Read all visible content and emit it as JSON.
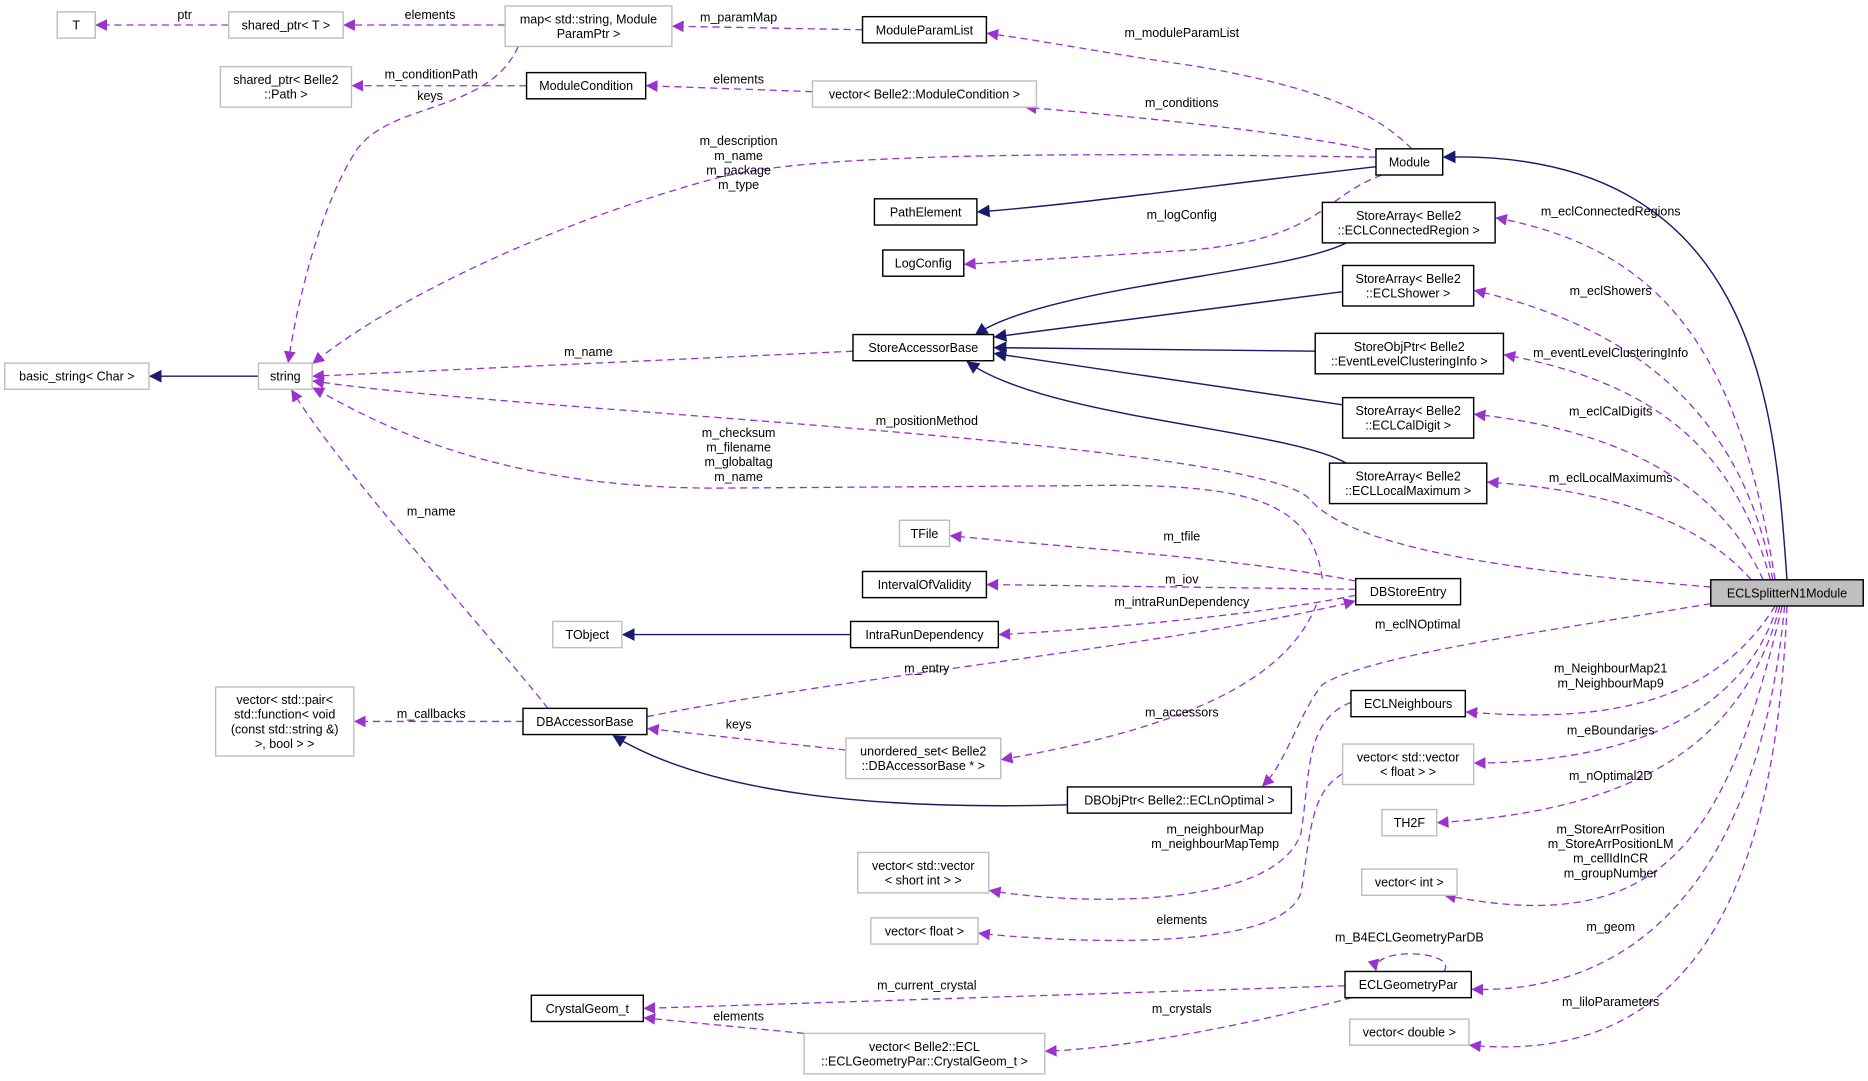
{
  "title": "ECLSplitterN1Module collaboration diagram",
  "colors": {
    "usage_edge": "#9a32cd",
    "inheritance_edge": "#191970",
    "focus_node_fill": "#bfbfbf",
    "external_node_border": "#bfbfbf"
  },
  "nodes": [
    {
      "id": "T",
      "lines": [
        "T"
      ],
      "style": "gray"
    },
    {
      "id": "shared_ptr_T",
      "lines": [
        "shared_ptr< T >"
      ],
      "style": "gray"
    },
    {
      "id": "map",
      "lines": [
        "map< std::string, Module",
        "ParamPtr >"
      ],
      "style": "gray"
    },
    {
      "id": "ModuleParamList",
      "lines": [
        "ModuleParamList"
      ],
      "style": "black"
    },
    {
      "id": "shared_ptr_Path",
      "lines": [
        "shared_ptr< Belle2",
        "::Path >"
      ],
      "style": "gray"
    },
    {
      "id": "ModuleCondition",
      "lines": [
        "ModuleCondition"
      ],
      "style": "black"
    },
    {
      "id": "vec_ModuleCondition",
      "lines": [
        "vector< Belle2::ModuleCondition >"
      ],
      "style": "gray"
    },
    {
      "id": "Module",
      "lines": [
        "Module"
      ],
      "style": "black"
    },
    {
      "id": "PathElement",
      "lines": [
        "PathElement"
      ],
      "style": "black"
    },
    {
      "id": "SA_ConnectedRegion",
      "lines": [
        "StoreArray< Belle2",
        "::ECLConnectedRegion >"
      ],
      "style": "black"
    },
    {
      "id": "LogConfig",
      "lines": [
        "LogConfig"
      ],
      "style": "black"
    },
    {
      "id": "SA_Shower",
      "lines": [
        "StoreArray< Belle2",
        "::ECLShower >"
      ],
      "style": "black"
    },
    {
      "id": "StoreAccessorBase",
      "lines": [
        "StoreAccessorBase"
      ],
      "style": "black"
    },
    {
      "id": "SO_EventLevel",
      "lines": [
        "StoreObjPtr< Belle2",
        "::EventLevelClusteringInfo >"
      ],
      "style": "black"
    },
    {
      "id": "string",
      "lines": [
        "string"
      ],
      "style": "gray"
    },
    {
      "id": "basic_string",
      "lines": [
        "basic_string< Char >"
      ],
      "style": "gray"
    },
    {
      "id": "SA_CalDigit",
      "lines": [
        "StoreArray< Belle2",
        "::ECLCalDigit >"
      ],
      "style": "black"
    },
    {
      "id": "SA_LocalMax",
      "lines": [
        "StoreArray< Belle2",
        "::ECLLocalMaximum >"
      ],
      "style": "black"
    },
    {
      "id": "TFile",
      "lines": [
        "TFile"
      ],
      "style": "gray"
    },
    {
      "id": "IntervalOfValidity",
      "lines": [
        "IntervalOfValidity"
      ],
      "style": "black"
    },
    {
      "id": "DBStoreEntry",
      "lines": [
        "DBStoreEntry"
      ],
      "style": "black"
    },
    {
      "id": "ECLSplitterN1Module",
      "lines": [
        "ECLSplitterN1Module"
      ],
      "style": "main"
    },
    {
      "id": "TObject",
      "lines": [
        "TObject"
      ],
      "style": "gray"
    },
    {
      "id": "IntraRunDependency",
      "lines": [
        "IntraRunDependency"
      ],
      "style": "black"
    },
    {
      "id": "ECLNeighbours",
      "lines": [
        "ECLNeighbours"
      ],
      "style": "black"
    },
    {
      "id": "vec_callbacks",
      "lines": [
        "vector< std::pair<",
        "std::function< void",
        "(const std::string &)",
        ">, bool > >"
      ],
      "style": "gray"
    },
    {
      "id": "DBAccessorBase",
      "lines": [
        "DBAccessorBase"
      ],
      "style": "black"
    },
    {
      "id": "unordered_set",
      "lines": [
        "unordered_set< Belle2",
        "::DBAccessorBase * >"
      ],
      "style": "gray"
    },
    {
      "id": "vec_vec_float",
      "lines": [
        "vector< std::vector",
        "< float > >"
      ],
      "style": "gray"
    },
    {
      "id": "DBObjPtr",
      "lines": [
        "DBObjPtr< Belle2::ECLnOptimal >"
      ],
      "style": "black"
    },
    {
      "id": "TH2F",
      "lines": [
        "TH2F"
      ],
      "style": "gray"
    },
    {
      "id": "vec_vec_short",
      "lines": [
        "vector< std::vector",
        "< short int > >"
      ],
      "style": "gray"
    },
    {
      "id": "vec_int",
      "lines": [
        "vector< int >"
      ],
      "style": "gray"
    },
    {
      "id": "vec_float",
      "lines": [
        "vector< float >"
      ],
      "style": "gray"
    },
    {
      "id": "ECLGeometryPar",
      "lines": [
        "ECLGeometryPar"
      ],
      "style": "black"
    },
    {
      "id": "CrystalGeom_t",
      "lines": [
        "CrystalGeom_t"
      ],
      "style": "black"
    },
    {
      "id": "vec_double",
      "lines": [
        "vector< double >"
      ],
      "style": "gray"
    },
    {
      "id": "vec_CrystalGeom",
      "lines": [
        "vector< Belle2::ECL",
        "::ECLGeometryPar::CrystalGeom_t >"
      ],
      "style": "gray"
    }
  ],
  "edges": [
    {
      "from": "shared_ptr_T",
      "to": "T",
      "kind": "usage",
      "labels": [
        "ptr"
      ]
    },
    {
      "from": "map",
      "to": "shared_ptr_T",
      "kind": "usage",
      "labels": [
        "elements"
      ]
    },
    {
      "from": "ModuleParamList",
      "to": "map",
      "kind": "usage",
      "labels": [
        "m_paramMap"
      ]
    },
    {
      "from": "Module",
      "to": "ModuleParamList",
      "kind": "usage",
      "labels": [
        "m_moduleParamList"
      ]
    },
    {
      "from": "ModuleCondition",
      "to": "shared_ptr_Path",
      "kind": "usage",
      "labels": [
        "m_conditionPath"
      ]
    },
    {
      "from": "vec_ModuleCondition",
      "to": "ModuleCondition",
      "kind": "usage",
      "labels": [
        "elements"
      ]
    },
    {
      "from": "Module",
      "to": "vec_ModuleCondition",
      "kind": "usage",
      "labels": [
        "m_conditions"
      ]
    },
    {
      "from": "Module",
      "to": "string",
      "kind": "usage",
      "labels": [
        "m_description",
        "m_name",
        "m_package",
        "m_type"
      ]
    },
    {
      "from": "map",
      "to": "string",
      "kind": "usage",
      "labels": [
        "keys"
      ]
    },
    {
      "from": "Module",
      "to": "PathElement",
      "kind": "inheritance",
      "labels": []
    },
    {
      "from": "Module",
      "to": "LogConfig",
      "kind": "usage",
      "labels": [
        "m_logConfig"
      ]
    },
    {
      "from": "ECLSplitterN1Module",
      "to": "Module",
      "kind": "inheritance",
      "labels": []
    },
    {
      "from": "SA_ConnectedRegion",
      "to": "StoreAccessorBase",
      "kind": "inheritance",
      "labels": []
    },
    {
      "from": "SA_Shower",
      "to": "StoreAccessorBase",
      "kind": "inheritance",
      "labels": []
    },
    {
      "from": "SO_EventLevel",
      "to": "StoreAccessorBase",
      "kind": "inheritance",
      "labels": []
    },
    {
      "from": "SA_CalDigit",
      "to": "StoreAccessorBase",
      "kind": "inheritance",
      "labels": []
    },
    {
      "from": "SA_LocalMax",
      "to": "StoreAccessorBase",
      "kind": "inheritance",
      "labels": []
    },
    {
      "from": "StoreAccessorBase",
      "to": "string",
      "kind": "usage",
      "labels": [
        "m_name"
      ]
    },
    {
      "from": "string",
      "to": "basic_string",
      "kind": "inheritance",
      "labels": []
    },
    {
      "from": "ECLSplitterN1Module",
      "to": "string",
      "kind": "usage",
      "labels": [
        "m_positionMethod"
      ]
    },
    {
      "from": "DBStoreEntry",
      "to": "string",
      "kind": "usage",
      "labels": [
        "m_checksum",
        "m_filename",
        "m_globaltag",
        "m_name"
      ]
    },
    {
      "from": "DBAccessorBase",
      "to": "string",
      "kind": "usage",
      "labels": [
        "m_name"
      ]
    },
    {
      "from": "ECLSplitterN1Module",
      "to": "SA_ConnectedRegion",
      "kind": "usage",
      "labels": [
        "m_eclConnectedRegions"
      ]
    },
    {
      "from": "ECLSplitterN1Module",
      "to": "SA_Shower",
      "kind": "usage",
      "labels": [
        "m_eclShowers"
      ]
    },
    {
      "from": "ECLSplitterN1Module",
      "to": "SO_EventLevel",
      "kind": "usage",
      "labels": [
        "m_eventLevelClusteringInfo"
      ]
    },
    {
      "from": "ECLSplitterN1Module",
      "to": "SA_CalDigit",
      "kind": "usage",
      "labels": [
        "m_eclCalDigits"
      ]
    },
    {
      "from": "ECLSplitterN1Module",
      "to": "SA_LocalMax",
      "kind": "usage",
      "labels": [
        "m_eclLocalMaximums"
      ]
    },
    {
      "from": "DBStoreEntry",
      "to": "TFile",
      "kind": "usage",
      "labels": [
        "m_tfile"
      ]
    },
    {
      "from": "DBStoreEntry",
      "to": "IntervalOfValidity",
      "kind": "usage",
      "labels": [
        "m_iov"
      ]
    },
    {
      "from": "DBStoreEntry",
      "to": "IntraRunDependency",
      "kind": "usage",
      "labels": [
        "m_intraRunDependency"
      ]
    },
    {
      "from": "IntraRunDependency",
      "to": "TObject",
      "kind": "inheritance",
      "labels": []
    },
    {
      "from": "DBAccessorBase",
      "to": "DBStoreEntry",
      "kind": "usage",
      "labels": [
        "m_entry"
      ]
    },
    {
      "from": "unordered_set",
      "to": "DBAccessorBase",
      "kind": "usage",
      "labels": [
        "keys"
      ]
    },
    {
      "from": "DBAccessorBase",
      "to": "vec_callbacks",
      "kind": "usage",
      "labels": [
        "m_callbacks"
      ]
    },
    {
      "from": "DBObjPtr",
      "to": "DBAccessorBase",
      "kind": "inheritance",
      "labels": []
    },
    {
      "from": "DBStoreEntry",
      "to": "unordered_set",
      "kind": "usage",
      "labels": [
        "m_accessors"
      ]
    },
    {
      "from": "ECLSplitterN1Module",
      "to": "DBObjPtr",
      "kind": "usage",
      "labels": [
        "m_eclNOptimal"
      ]
    },
    {
      "from": "ECLSplitterN1Module",
      "to": "ECLNeighbours",
      "kind": "usage",
      "labels": [
        "m_NeighbourMap21",
        "m_NeighbourMap9"
      ]
    },
    {
      "from": "ECLSplitterN1Module",
      "to": "vec_vec_float",
      "kind": "usage",
      "labels": [
        "m_eBoundaries"
      ]
    },
    {
      "from": "ECLSplitterN1Module",
      "to": "TH2F",
      "kind": "usage",
      "labels": [
        "m_nOptimal2D"
      ]
    },
    {
      "from": "ECLSplitterN1Module",
      "to": "vec_int",
      "kind": "usage",
      "labels": [
        "m_StoreArrPosition",
        "m_StoreArrPositionLM",
        "m_cellIdInCR",
        "m_groupNumber"
      ]
    },
    {
      "from": "ECLSplitterN1Module",
      "to": "ECLGeometryPar",
      "kind": "usage",
      "labels": [
        "m_geom"
      ]
    },
    {
      "from": "ECLSplitterN1Module",
      "to": "vec_double",
      "kind": "usage",
      "labels": [
        "m_liloParameters"
      ]
    },
    {
      "from": "ECLNeighbours",
      "to": "vec_vec_short",
      "kind": "usage",
      "labels": [
        "m_neighbourMap",
        "m_neighbourMapTemp"
      ]
    },
    {
      "from": "vec_vec_float",
      "to": "vec_float",
      "kind": "usage",
      "labels": [
        "elements"
      ]
    },
    {
      "from": "ECLGeometryPar",
      "to": "ECLGeometryPar",
      "kind": "usage",
      "labels": [
        "m_B4ECLGeometryParDB"
      ]
    },
    {
      "from": "ECLGeometryPar",
      "to": "CrystalGeom_t",
      "kind": "usage",
      "labels": [
        "m_current_crystal"
      ]
    },
    {
      "from": "ECLGeometryPar",
      "to": "vec_CrystalGeom",
      "kind": "usage",
      "labels": [
        "m_crystals"
      ]
    },
    {
      "from": "vec_CrystalGeom",
      "to": "CrystalGeom_t",
      "kind": "usage",
      "labels": [
        "elements"
      ]
    }
  ]
}
